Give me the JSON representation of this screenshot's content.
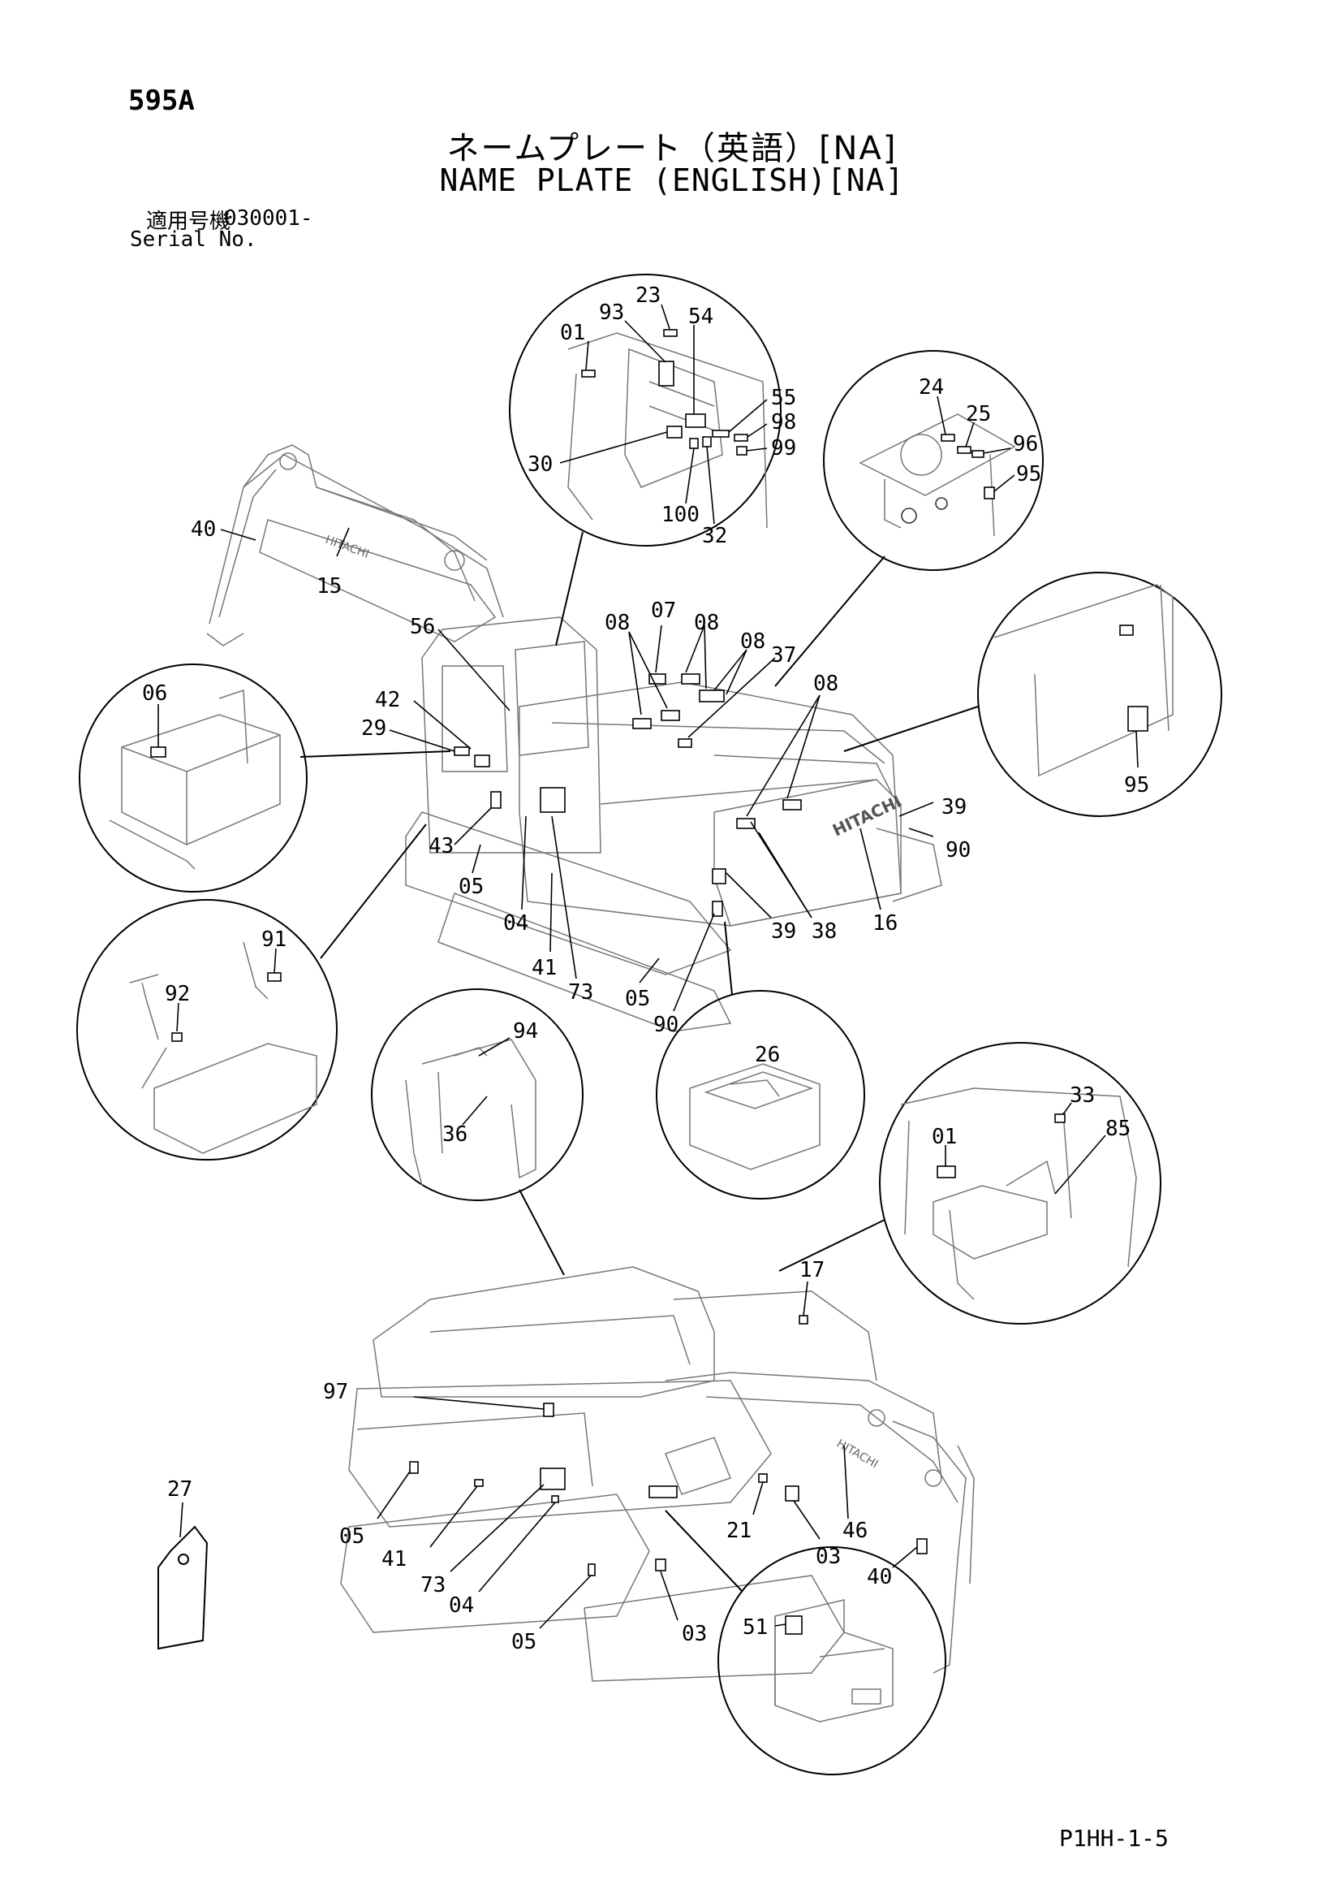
{
  "header": {
    "page_code": "595A",
    "title_jp": "ネームプレート（英語）[NA]",
    "title_en": "NAME PLATE (ENGLISH)[NA]",
    "serial_label_jp": "適用号機",
    "serial_number": "030001-",
    "serial_label_en": "Serial No."
  },
  "footer": {
    "page_id": "P1HH-1-5"
  },
  "brand_text": [
    "HITACHI",
    "HITACHI",
    "HITACHI"
  ],
  "callouts": [
    "01",
    "93",
    "23",
    "54",
    "55",
    "98",
    "99",
    "30",
    "100",
    "32",
    "24",
    "25",
    "96",
    "95",
    "40",
    "15",
    "56",
    "42",
    "29",
    "08",
    "07",
    "08",
    "08",
    "37",
    "08",
    "39",
    "90",
    "16",
    "38",
    "39",
    "43",
    "05",
    "04",
    "41",
    "73",
    "05",
    "90",
    "06",
    "95",
    "91",
    "92",
    "94",
    "36",
    "26",
    "33",
    "85",
    "01",
    "17",
    "97",
    "27",
    "05",
    "41",
    "73",
    "04",
    "05",
    "03",
    "21",
    "03",
    "46",
    "40",
    "51"
  ]
}
